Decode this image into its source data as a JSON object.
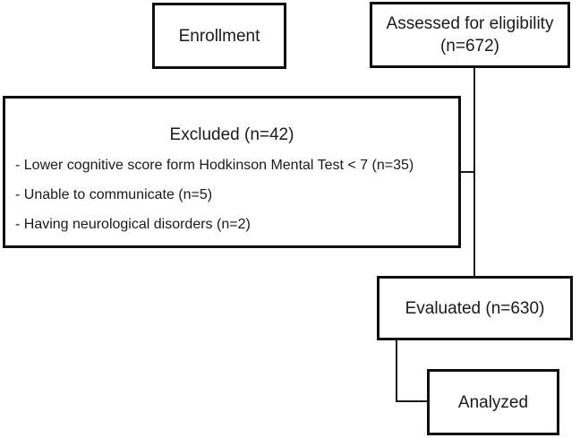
{
  "flowchart": {
    "title_semantic": "participant-flow-diagram",
    "enrollment": {
      "label": "Enrollment"
    },
    "assessed": {
      "label": "Assessed for eligibility\n(n=672)"
    },
    "excluded": {
      "title": "Excluded (n=42)",
      "items": [
        "- Lower cognitive score form Hodkinson Mental Test < 7 (n=35)",
        "- Unable to communicate (n=5)",
        "- Having neurological disorders (n=2)"
      ]
    },
    "evaluated": {
      "label": "Evaluated (n=630)"
    },
    "analyzed": {
      "label": "Analyzed"
    },
    "colors": {
      "background": "#ffffff",
      "box_border": "#0f0f0f",
      "text": "#1a1a1a",
      "connector": "#1a1a1a"
    }
  }
}
